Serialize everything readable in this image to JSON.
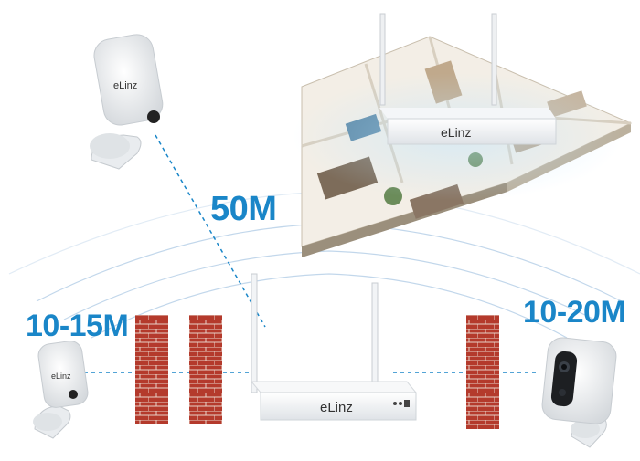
{
  "brand": "eLinz",
  "colors": {
    "accent": "#1a86c8",
    "brick": "#b43a2c",
    "signal": "#a9c7e3"
  },
  "labels": {
    "distance_top": "50M",
    "distance_left": "10-15M",
    "distance_right": "10-20M"
  },
  "icons": [
    "camera-icon",
    "nvr-icon",
    "brick-wall-icon",
    "house-floorplan-icon"
  ]
}
